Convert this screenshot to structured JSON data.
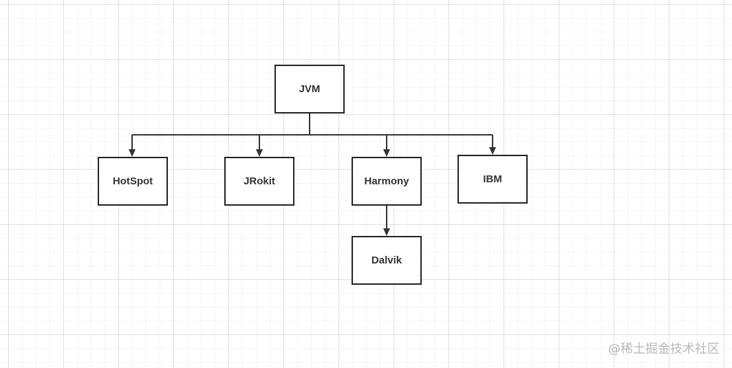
{
  "diagram": {
    "nodes": {
      "jvm": "JVM",
      "hotspot": "HotSpot",
      "jrokit": "JRokit",
      "harmony": "Harmony",
      "ibm": "IBM",
      "dalvik": "Dalvik"
    },
    "edges": [
      {
        "from": "JVM",
        "to": "HotSpot"
      },
      {
        "from": "JVM",
        "to": "JRokit"
      },
      {
        "from": "JVM",
        "to": "Harmony"
      },
      {
        "from": "JVM",
        "to": "IBM"
      },
      {
        "from": "Harmony",
        "to": "Dalvik"
      }
    ],
    "line_color": "#333333",
    "grid_color": "#e6e6e6"
  },
  "watermark": "@稀土掘金技术社区"
}
